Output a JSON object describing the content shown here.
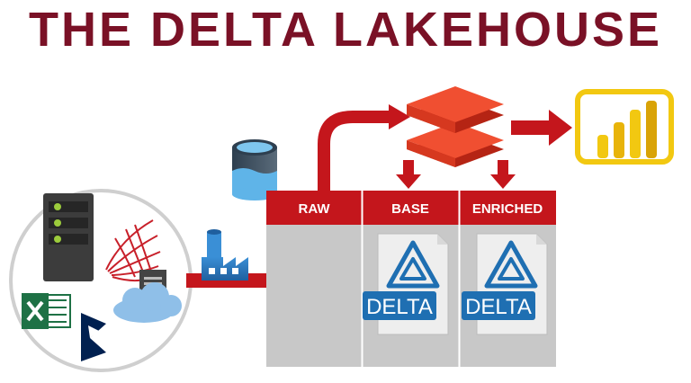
{
  "title": "THE DELTA LAKEHOUSE",
  "zones": [
    {
      "label": "RAW"
    },
    {
      "label": "BASE"
    },
    {
      "label": "ENRICHED"
    }
  ],
  "delta_logo_text": "DELTA",
  "icons": {
    "sources": [
      "server-icon",
      "sql-server-icon",
      "file-icon",
      "cloud-icon",
      "excel-icon",
      "dynamics-icon"
    ],
    "data_lake": "database-icon",
    "ingestion": "data-factory-icon",
    "compute": "databricks-icon",
    "report": "power-bi-icon"
  },
  "colors": {
    "title": "#7a1126",
    "arrow": "#c4161c",
    "zone_header": "#c4161c",
    "zone_body": "#c8c8c8",
    "delta_blue": "#1f6fb2",
    "databricks": "#e8361d",
    "powerbi": "#f2c811"
  }
}
